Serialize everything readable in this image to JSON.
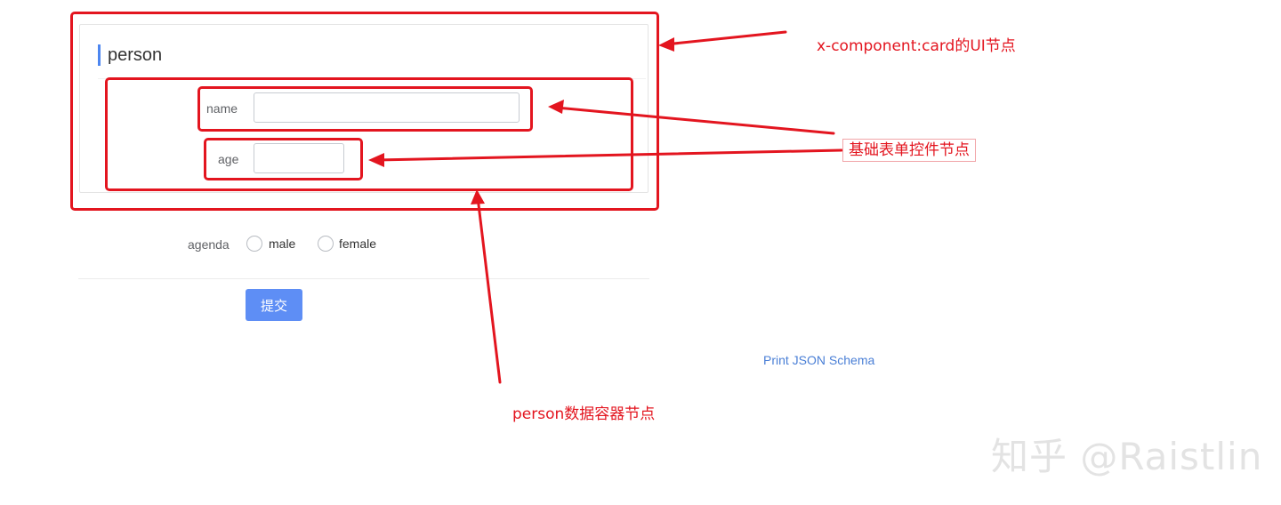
{
  "form": {
    "card_title": "person",
    "fields": {
      "name_label": "name",
      "age_label": "age",
      "name_value": "",
      "age_value": ""
    },
    "agenda": {
      "label": "agenda",
      "options": [
        "male",
        "female"
      ]
    },
    "submit_label": "提交",
    "print_link": "Print JSON Schema"
  },
  "annotations": {
    "card_node": "x-component:card的UI节点",
    "form_control_node": "基础表单控件节点",
    "data_container_node": "person数据容器节点",
    "color": "#e3151f"
  },
  "watermark": "知乎 @Raistlin",
  "colors": {
    "accent": "#5e8ef5",
    "link": "#4a7fd6",
    "annotation": "#e3151f"
  }
}
